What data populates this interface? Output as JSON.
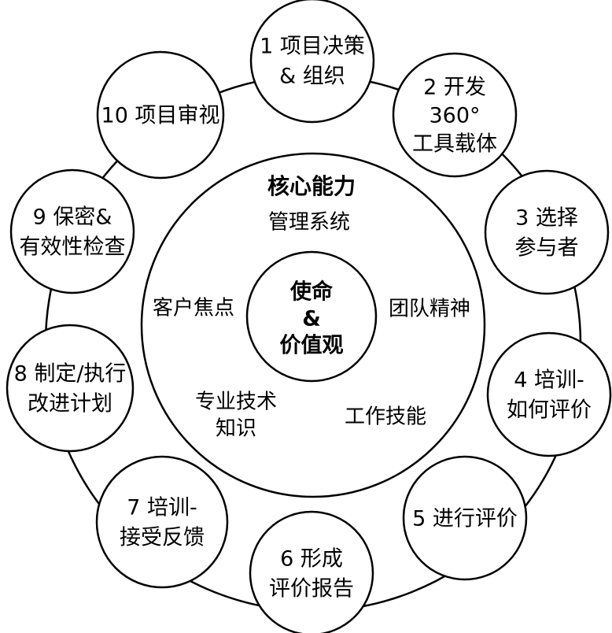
{
  "core": {
    "title": "核心能力",
    "labels": [
      "管理系统",
      "团队精神",
      "工作技能",
      "专业技术\n知识",
      "客户焦点"
    ]
  },
  "mission": {
    "lines": [
      "使命",
      "&",
      "价值观"
    ]
  },
  "steps": [
    {
      "id": "1",
      "label": "1 项目决策\n& 组织"
    },
    {
      "id": "2",
      "label": "2 开发\n360°\n工具载体"
    },
    {
      "id": "3",
      "label": "3 选择\n参与者"
    },
    {
      "id": "4",
      "label": "4 培训-\n如何评价"
    },
    {
      "id": "5",
      "label": "5 进行评价"
    },
    {
      "id": "6",
      "label": "6 形成\n评价报告"
    },
    {
      "id": "7",
      "label": "7 培训-\n接受反馈"
    },
    {
      "id": "8",
      "label": "8 制定/执行\n改进计划"
    },
    {
      "id": "9",
      "label": "9 保密&\n有效性检查"
    },
    {
      "id": "10",
      "label": "10 项目审视"
    }
  ]
}
